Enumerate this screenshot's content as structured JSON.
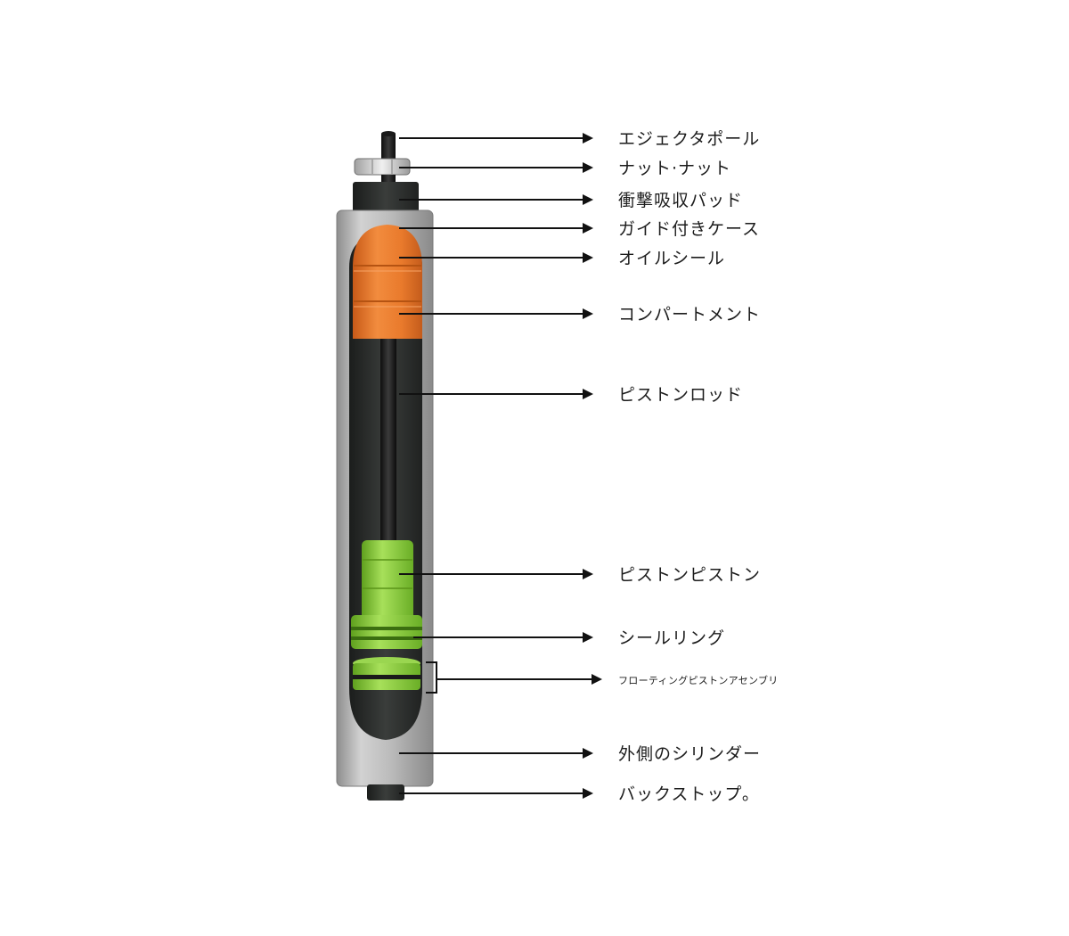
{
  "labels": {
    "ejector_pole": "エジェクタポール",
    "nut": "ナット·ナット",
    "shock_pad": "衝撃吸収パッド",
    "guide_case": "ガイド付きケース",
    "oil_seal": "オイルシール",
    "compartment": "コンパートメント",
    "piston_rod": "ピストンロッド",
    "piston": "ピストンピストン",
    "seal_ring": "シールリング",
    "floating_piston": "フローティングピストンアセンブリ",
    "outer_cylinder": "外側のシリンダー",
    "backstop": "バックストップ。"
  },
  "colors": {
    "cylinder": "#b4b4b4",
    "interior": "#2a2d2b",
    "seal": "#ea7a2c",
    "piston": "#8ad23c",
    "arrow": "#111111"
  }
}
